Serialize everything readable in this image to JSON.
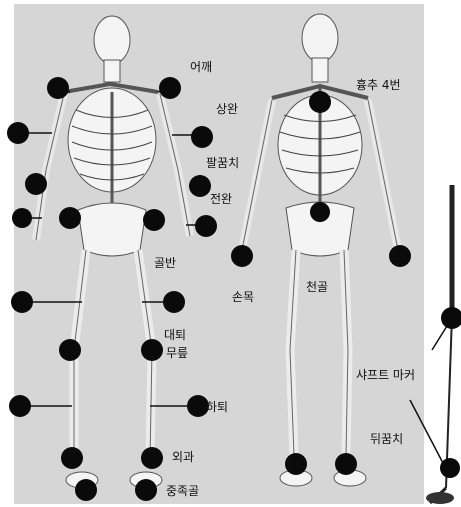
{
  "labels": {
    "shoulder": "어깨",
    "upper_arm": "상완",
    "thoracic4": "흉추 4번",
    "elbow": "팔꿈치",
    "forearm": "전완",
    "pelvis": "골반",
    "wrist": "손목",
    "sacrum": "천골",
    "thigh": "대퇴",
    "knee": "무릎",
    "shaft_marker": "샤프트 마커",
    "shank": "하퇴",
    "heel": "뒤꿈치",
    "ankle": "외과",
    "metatarsal": "중족골"
  },
  "colors": {
    "background": "#ffffff",
    "panel": "#d9d9d9",
    "bone": "#f3f3f3",
    "marker": "#0a0a0a"
  }
}
